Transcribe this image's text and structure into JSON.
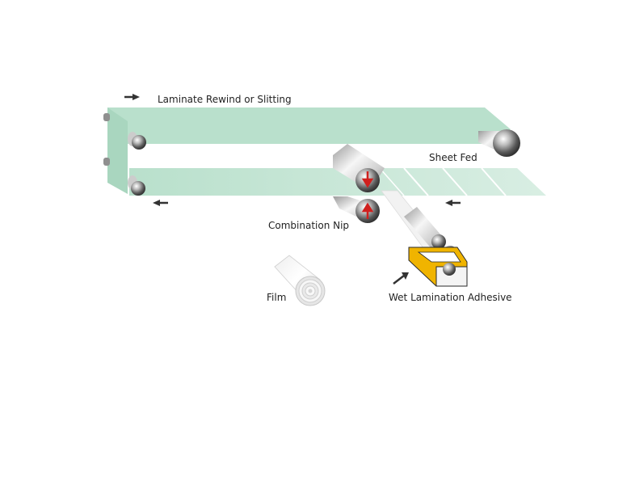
{
  "labels": {
    "laminate_rewind": "Laminate Rewind or Slitting",
    "sheet_fed": "Sheet Fed",
    "combination_nip": "Combination Nip",
    "film": "Film",
    "wet_lamination_adhesive": "Wet Lamination Adhesive"
  },
  "colors": {
    "web": "#b9e0cc",
    "web_edge": "#a6d4bd",
    "roller_dark": "#4a4a4a",
    "roller_light": "#f4f4f4",
    "nip_arrow": "#d0201e",
    "adhesive_tray": "#f0b400",
    "arrow": "#333333"
  },
  "icons": {
    "roller": "roller-icon",
    "film_roll": "film-roll-icon",
    "flow_arrow": "flow-arrow-icon",
    "nip_arrow": "nip-pressure-arrow-icon",
    "adhesive_tray": "adhesive-tray-icon"
  }
}
